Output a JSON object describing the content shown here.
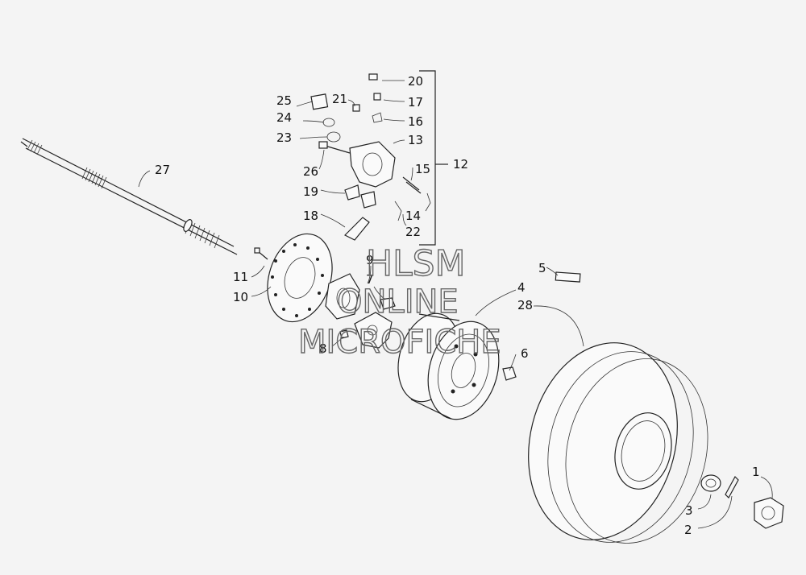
{
  "callouts": {
    "c1": "1",
    "c2": "2",
    "c3": "3",
    "c4": "4",
    "c5": "5",
    "c6": "6",
    "c7": "7",
    "c8": "8",
    "c9": "9",
    "c10": "10",
    "c11": "11",
    "c12": "12",
    "c13": "13",
    "c14": "14",
    "c15": "15",
    "c16": "16",
    "c17": "17",
    "c18": "18",
    "c19": "19",
    "c20": "20",
    "c21": "21",
    "c22": "22",
    "c23": "23",
    "c24": "24",
    "c25": "25",
    "c26": "26",
    "c27": "27",
    "c28": "28"
  },
  "watermark": {
    "line1": "HLSM",
    "line2": "ONLINE",
    "line3": "MICROFICHE"
  }
}
